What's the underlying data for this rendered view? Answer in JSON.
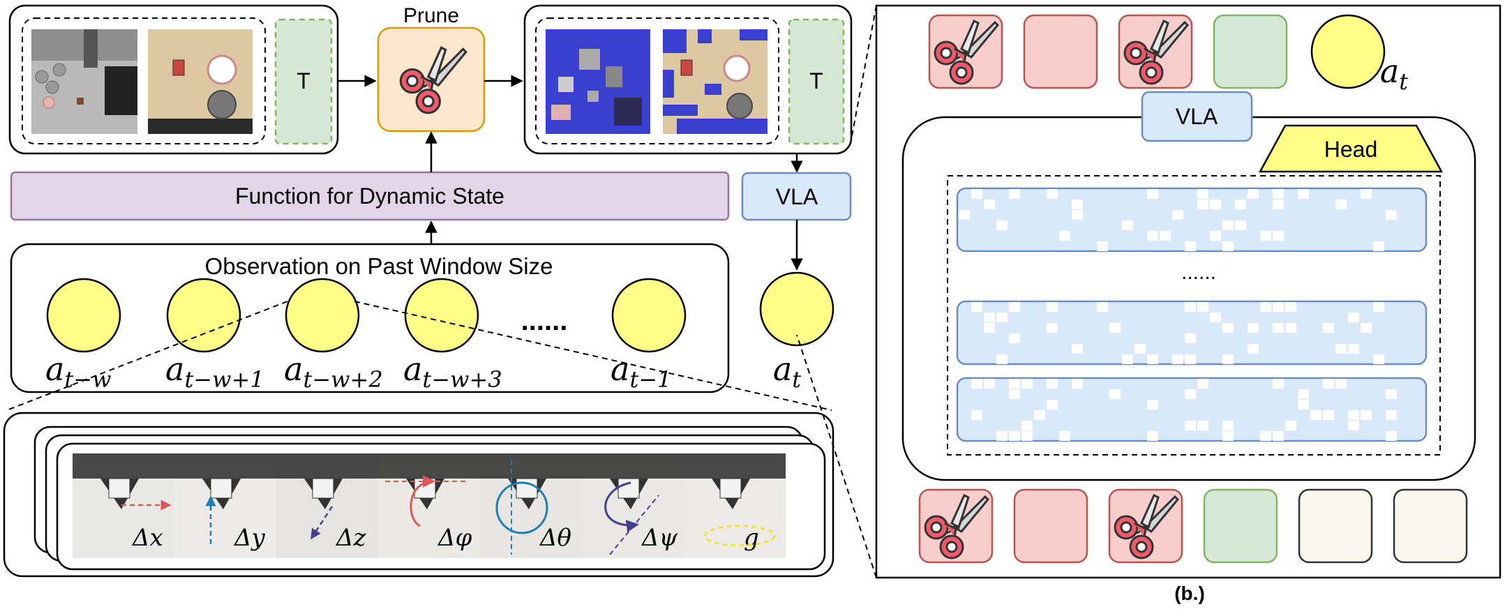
{
  "labels": {
    "prune": "Prune",
    "token": "T",
    "function_box": "Function for Dynamic State",
    "vla": "VLA",
    "head": "Head",
    "observation": "Observation on Past Window Size",
    "dots": "......",
    "panel_caption": "(b.)"
  },
  "actions": [
    "a",
    "a",
    "a",
    "a",
    "a"
  ],
  "action_subscripts": [
    "t−w",
    "t−w+1",
    "t−w+2",
    "t−w+3",
    "t−1"
  ],
  "action_current": "a",
  "action_current_sub": "t",
  "deltas": [
    "Δx",
    "Δy",
    "Δz",
    "Δφ",
    "Δθ",
    "Δψ",
    "g"
  ],
  "colors": {
    "yellow": "#ffff88",
    "purple": "#e1d5e7",
    "purple_border": "#9673a6",
    "blue": "#dae8fc",
    "blue_border": "#6c8ebf",
    "orange": "#ffe6cc",
    "orange_border": "#d79b00",
    "green": "#d5e8d4",
    "green_border": "#82b366",
    "red": "#f8cecc",
    "red_border": "#b85450",
    "ivory": "#f9f7ed",
    "scissors": "#f15a6a"
  }
}
